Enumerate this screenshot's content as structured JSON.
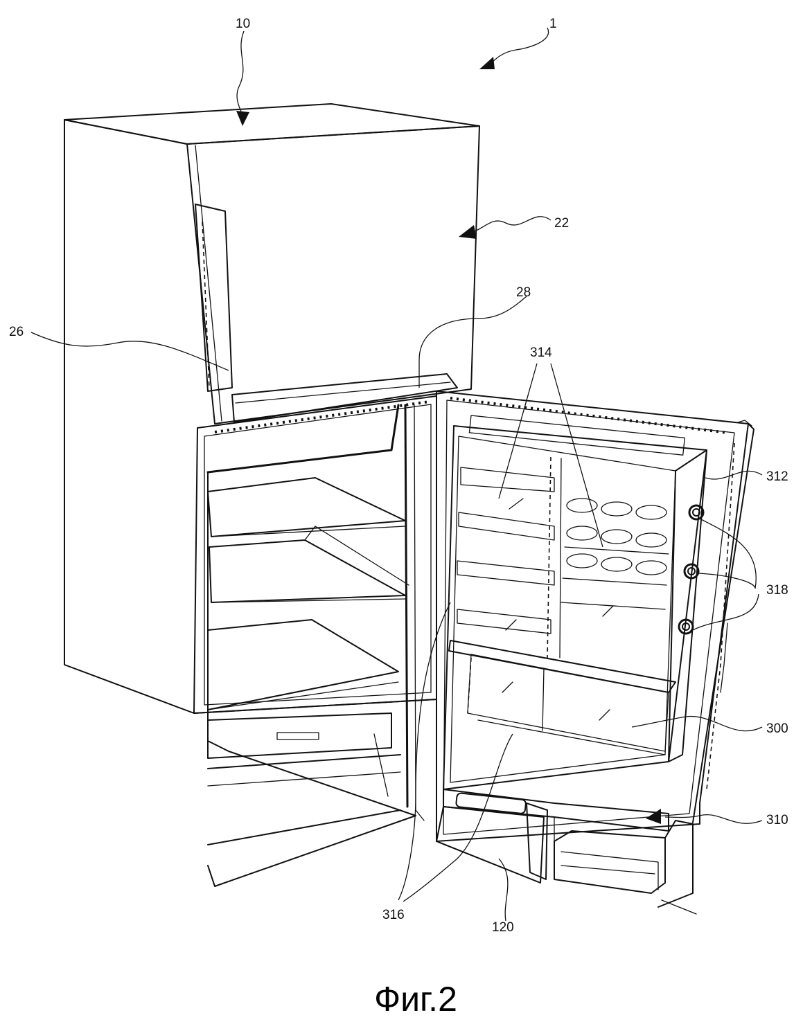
{
  "figure": {
    "caption": "Фиг.2",
    "labels": {
      "l1": "1",
      "l10": "10",
      "l22": "22",
      "l26": "26",
      "l28": "28",
      "l314": "314",
      "l312": "312",
      "l318": "318",
      "l300": "300",
      "l310": "310",
      "l316": "316",
      "l120": "120"
    }
  },
  "colors": {
    "line": "#111111",
    "background": "#ffffff"
  }
}
